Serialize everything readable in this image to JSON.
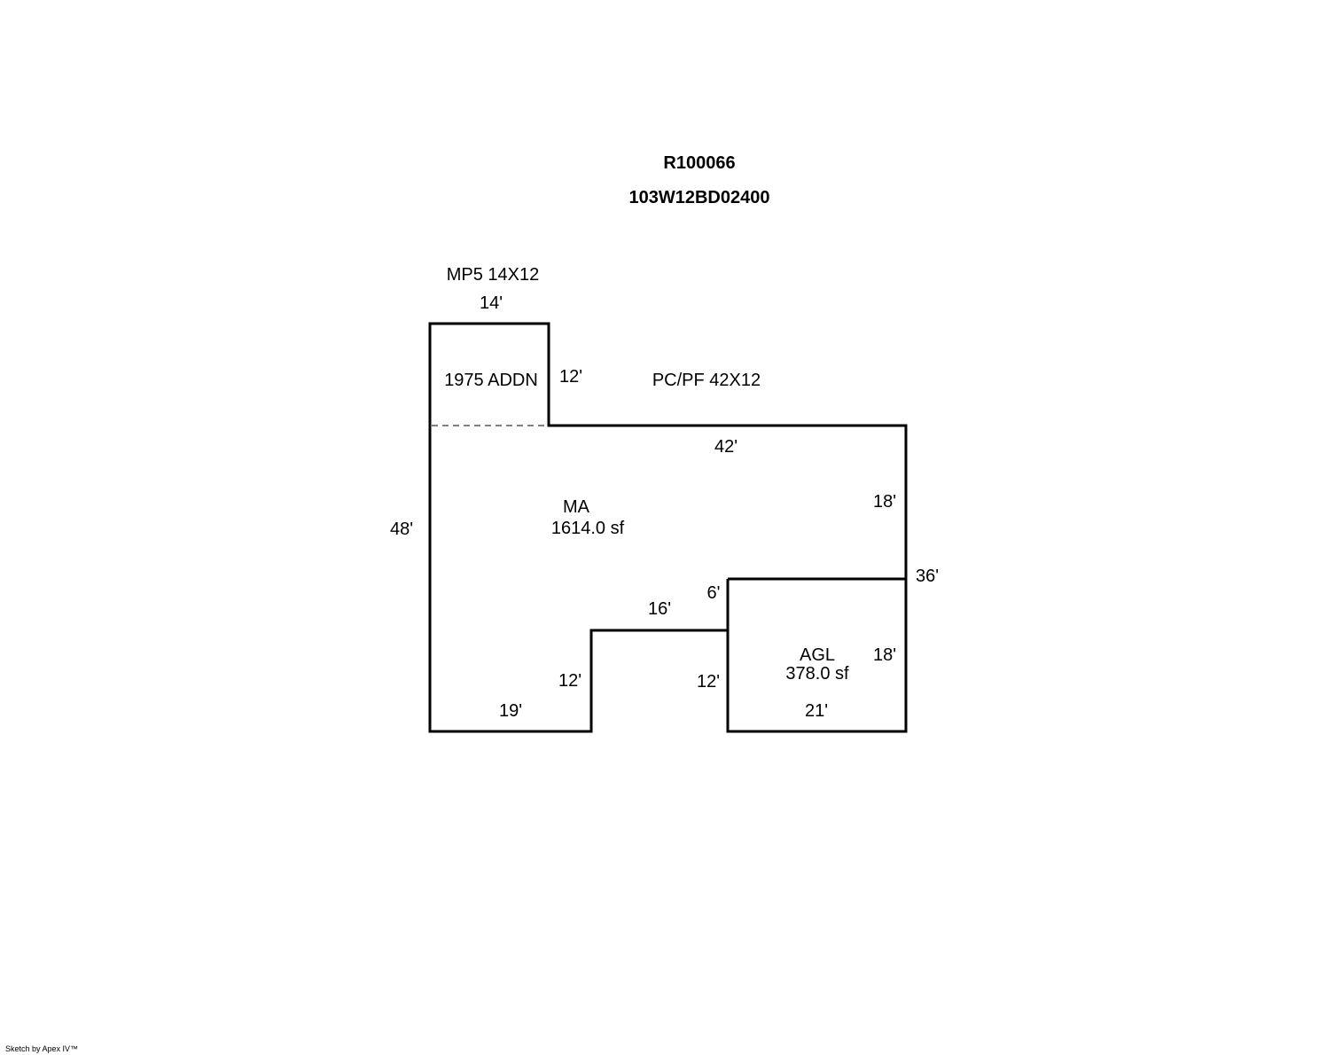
{
  "header": {
    "account_id": "R100066",
    "map_tax_lot": "103W12BD02400"
  },
  "areas": {
    "mp5": {
      "code": "MP5 14X12",
      "label": "1975 ADDN"
    },
    "porch": {
      "code": "PC/PF 42X12"
    },
    "main": {
      "code": "MA",
      "area": "1614.0 sf"
    },
    "garage": {
      "code": "AGL",
      "area": "378.0 sf"
    }
  },
  "dimensions": {
    "mp5_top": "14'",
    "mp5_right": "12'",
    "main_top": "42'",
    "main_left": "48'",
    "right_upper": "18'",
    "right_total": "36'",
    "garage_left_upper": "6'",
    "notch_top": "16'",
    "notch_left": "12'",
    "notch_right": "12'",
    "bottom_left": "19'",
    "garage_right": "18'",
    "garage_bottom": "21'"
  },
  "footer": {
    "credit": "Sketch by Apex IV™"
  },
  "colors": {
    "line": "#000000",
    "background": "#ffffff"
  }
}
